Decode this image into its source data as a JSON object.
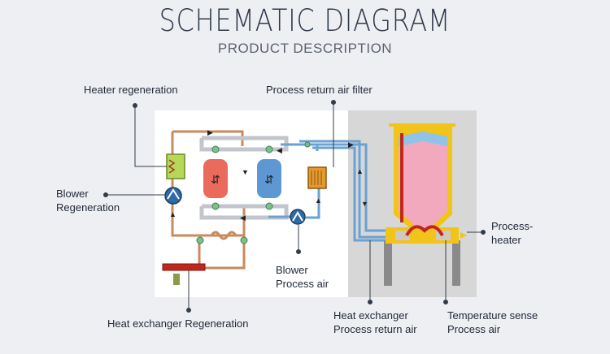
{
  "header": {
    "title": "SCHEMATIC DIAGRAM",
    "subtitle": "PRODUCT DESCRIPTION"
  },
  "labels": {
    "heater_regeneration": "Heater regeneration",
    "process_return_air_filter": "Process return air filter",
    "blower_regeneration_1": "Blower",
    "blower_regeneration_2": "Regeneration",
    "blower_process_1": "Blower",
    "blower_process_2": "Process air",
    "heat_exchanger_regeneration": "Heat exchanger Regeneration",
    "heat_exchanger_process_1": "Heat exchanger",
    "heat_exchanger_process_2": "Process return air",
    "temperature_sense_1": "Temperature sense",
    "temperature_sense_2": "Process air",
    "process_heater_1": "Process-",
    "process_heater_2": "heater"
  },
  "colors": {
    "regeneration_pipe": "#c98a5c",
    "process_pipe": "#6aa2d2",
    "return_pipe": "#b9bec6",
    "desiccant_red": "#ea6b5b",
    "desiccant_blue": "#5d98d3",
    "hopper_yellow": "#f0c419",
    "hopper_fill": "#f2a9be",
    "hopper_top_blue": "#8fc3ea"
  }
}
